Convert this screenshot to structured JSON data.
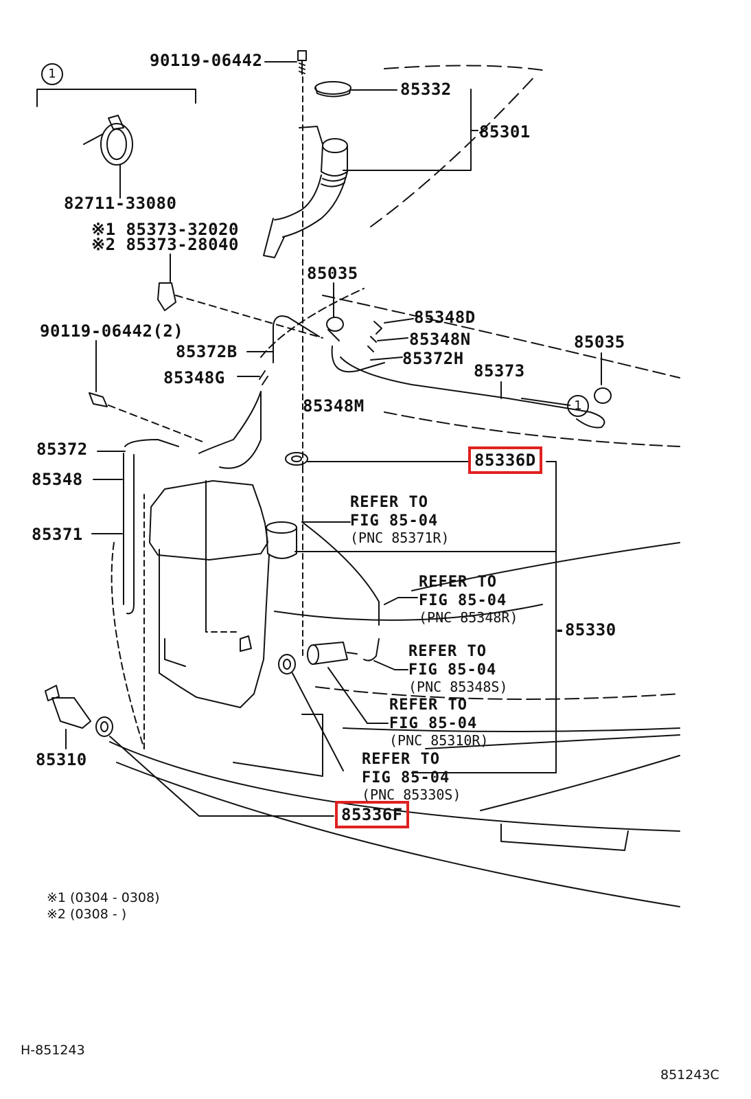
{
  "labels": {
    "p90119_top": "90119-06442",
    "p85332": "85332",
    "p85301": "85301",
    "p82711": "82711-33080",
    "p85373_1": "※1 85373-32020",
    "p85373_2": "※2 85373-28040",
    "p85035_a": "85035",
    "p85348D": "85348D",
    "p90119_2": "90119-06442(2)",
    "p85348N": "85348N",
    "p85035_b": "85035",
    "p85372B": "85372B",
    "p85372H": "85372H",
    "p85373": "85373",
    "p85348G": "85348G",
    "p85348M": "85348M",
    "p85372": "85372",
    "p85336D": "85336D",
    "p85348": "85348",
    "p85371": "85371",
    "p85330": "-85330",
    "p85310": "85310",
    "p85336F": "85336F"
  },
  "callouts": {
    "circle_1": "1"
  },
  "refs": [
    {
      "line1": "REFER TO",
      "line2": "FIG 85-04",
      "line3": "(PNC 85371R)"
    },
    {
      "line1": "REFER TO",
      "line2": "FIG 85-04",
      "line3": "(PNC 85348R)"
    },
    {
      "line1": "REFER TO",
      "line2": "FIG 85-04",
      "line3": "(PNC 85348S)"
    },
    {
      "line1": "REFER TO",
      "line2": "FIG 85-04",
      "line3": "(PNC 85310R)"
    },
    {
      "line1": "REFER TO",
      "line2": "FIG 85-04",
      "line3": "(PNC 85330S)"
    }
  ],
  "notes": {
    "n1": "※1 (0304 - 0308)",
    "n2": "※2 (0308 -        )"
  },
  "footer": {
    "left": "H-851243",
    "right": "851243C"
  },
  "colors": {
    "ink": "#111111",
    "highlight": "#e02020"
  }
}
